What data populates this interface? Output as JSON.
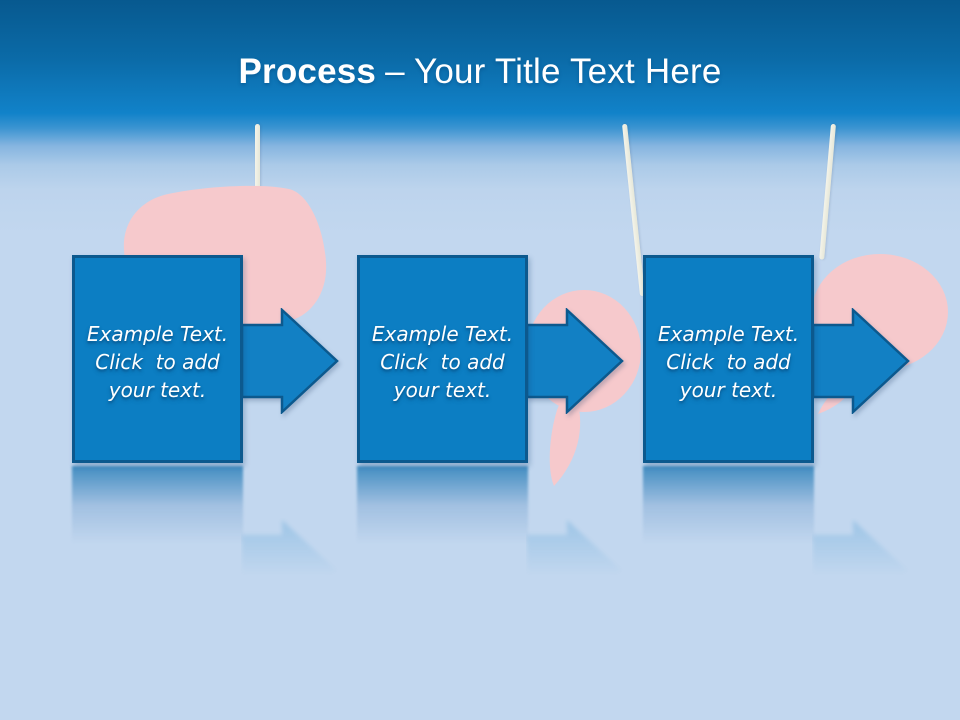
{
  "slide": {
    "title": {
      "emphasis": "Process",
      "rest": "– Your Title Text Here"
    },
    "boxes": [
      {
        "id": 1,
        "lines": [
          "Example Text.",
          "Click  to add",
          "your text."
        ]
      },
      {
        "id": 2,
        "lines": [
          "Example Text.",
          "Click  to add",
          "your text."
        ]
      },
      {
        "id": 3,
        "lines": [
          "Example Text.",
          "Click  to add",
          "your text."
        ]
      }
    ],
    "colors": {
      "header_top": "#07598F",
      "header_bright": "#1182C9",
      "body_bg": "#C2D7EF",
      "box_fill": "#0C7EC3",
      "box_border": "#0C598E",
      "arrow_fill": "#1280C4",
      "blob_pink": "#F6C9CC",
      "string": "#E6E7D8",
      "text": "#FFFFFF"
    }
  }
}
